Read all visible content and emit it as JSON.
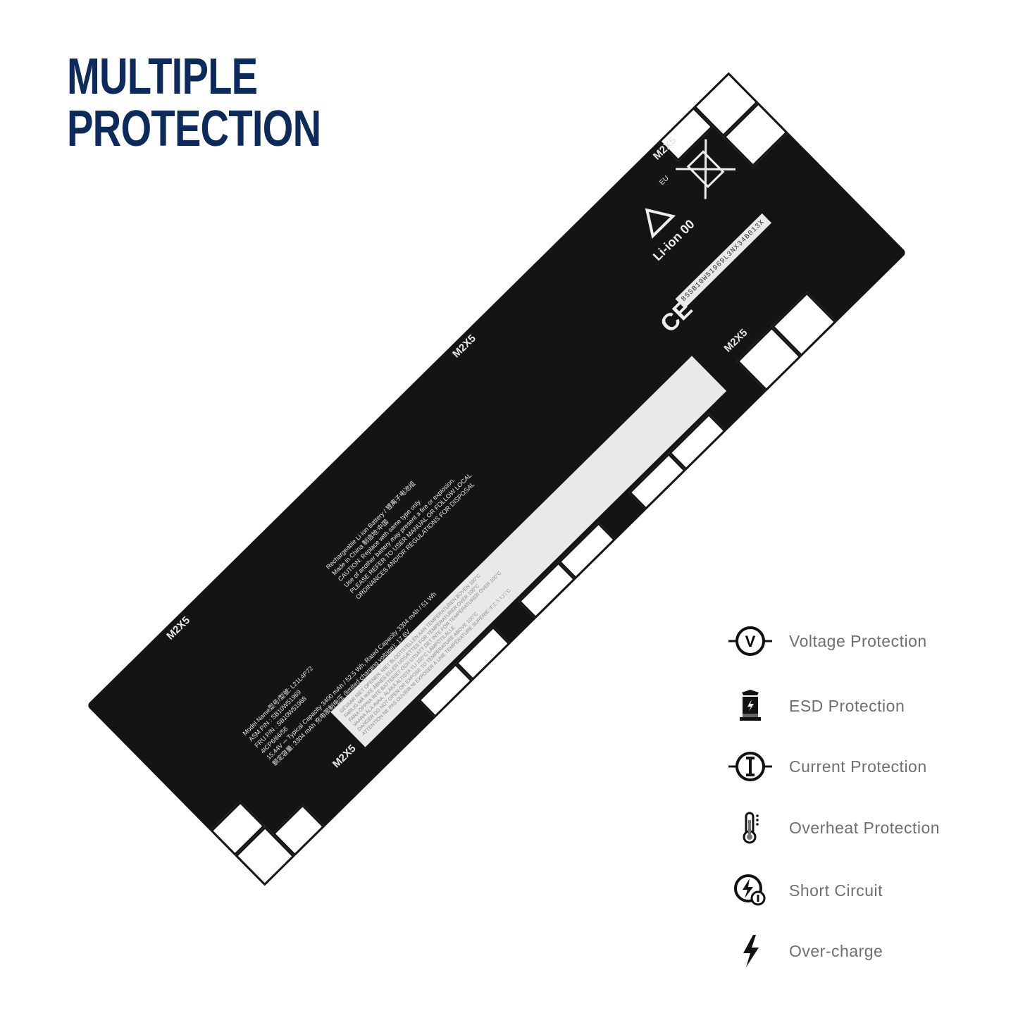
{
  "title": {
    "line1": "MULTIPLE",
    "line2": "PROTECTION"
  },
  "battery": {
    "markers": [
      "M2X5",
      "M2X5",
      "M2X5",
      "M2X5",
      "M2X5",
      "M2X5"
    ],
    "label_lines": [
      "Rechargeable Li-ion Battery / 锂离子电池组",
      "Made in China 制造地:中国",
      "CAUTION: Replace with same type only.",
      "Use of another battery may present a fire or explosion.",
      "PLEASE REFER TO USER MANUAL OR FOLLOW LOCAL",
      "ORDINANCES AND/OR REGULATIONS FOR DISPOSAL"
    ],
    "spec_lines": [
      "Model Name型号/型號: L21L4P72",
      "ASM P/N : SB10W51969",
      "FRU P/N : SB10W51968",
      "4ICP6/66/56",
      "15.44V ⎓ Typical Capacity 3400 mAh / 52.5 Wh, Rated Capacity 3304 mAh / 51 Wh",
      "额定容量: 3304 mAh 充电限制电压 (limited charging voltage): 17.6V"
    ],
    "warning_lines": [
      "GEVAAR  NIET OPENEN, NIET BLOOTSTELLEN AAN TEMPERATUREN BOVEN 100°C",
      "FARLIG  MÅ IKKE ÅBNES ELLER UDSÆTTES FOR TEMPERATURER OVER 100°C",
      "FARA  ÖPPNA INTE BATTERIET OCH UTSÄTT DET INTE FÖR TEMPERATURER ÖVER 100°C",
      "VAARA  ÄLÄ AVAA, ÄLÄKÄ ALTISTA YLI 100°C LÄMPÖTILALLE",
      "DANGER  DO NOT OPEN OR EXPOSE TO TEMPERATURE ABOVE 100°C",
      "ATTENTION  NE PAS OUVRIR NI EXPOSER À UNE TEMPÉRATURE SUPÉRIEURE À 100°C"
    ],
    "serial": "8SSB10W51969L3NX34B013X",
    "recycle_text": "Li-ion 00",
    "eu_text": "EU",
    "ce_mark": "CE"
  },
  "features": [
    {
      "icon": "voltage-icon",
      "label": "Voltage Protection"
    },
    {
      "icon": "esd-icon",
      "label": "ESD Protection"
    },
    {
      "icon": "current-icon",
      "label": "Current Protection"
    },
    {
      "icon": "thermometer-icon",
      "label": "Overheat Protection"
    },
    {
      "icon": "short-circuit-icon",
      "label": "Short Circuit"
    },
    {
      "icon": "lightning-icon",
      "label": "Over-charge"
    }
  ]
}
